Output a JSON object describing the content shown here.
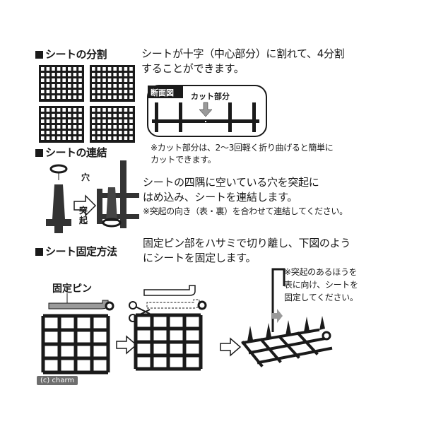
{
  "section1": {
    "heading": "シートの分割",
    "text_line1": "シートが十字（中心部分）に割れて、4分割",
    "text_line2": "することができます。",
    "label_cross_section": "断面図",
    "label_cut_part": "カット部分",
    "note_line1": "※カット部分は、2〜3回軽く折り曲げると簡単に",
    "note_line2": "カットできます。"
  },
  "section2": {
    "heading": "シートの連結",
    "label_hole": "穴",
    "label_protrusion": "突起",
    "text_line1": "シートの四隅に空いている穴を突起に",
    "text_line2": "はめ込み、シートを連結します。",
    "note_line1": "※突起の向き（表・裏）を合わせて連結してください。"
  },
  "section3": {
    "heading": "シート固定方法",
    "text_line1": "固定ピン部をハサミで切り離し、下図のよう",
    "text_line2": "にシートを固定します。",
    "label_pin": "固定ピン",
    "note_line1": "※突起のあるほうを",
    "note_line2": "表に向け、シートを",
    "note_line3": "固定してください。"
  },
  "copyright": "(c) charm",
  "colors": {
    "ink": "#1a1a1a",
    "pin_gray": "#9a9a9a",
    "label_bg": "#6e6e6e"
  }
}
